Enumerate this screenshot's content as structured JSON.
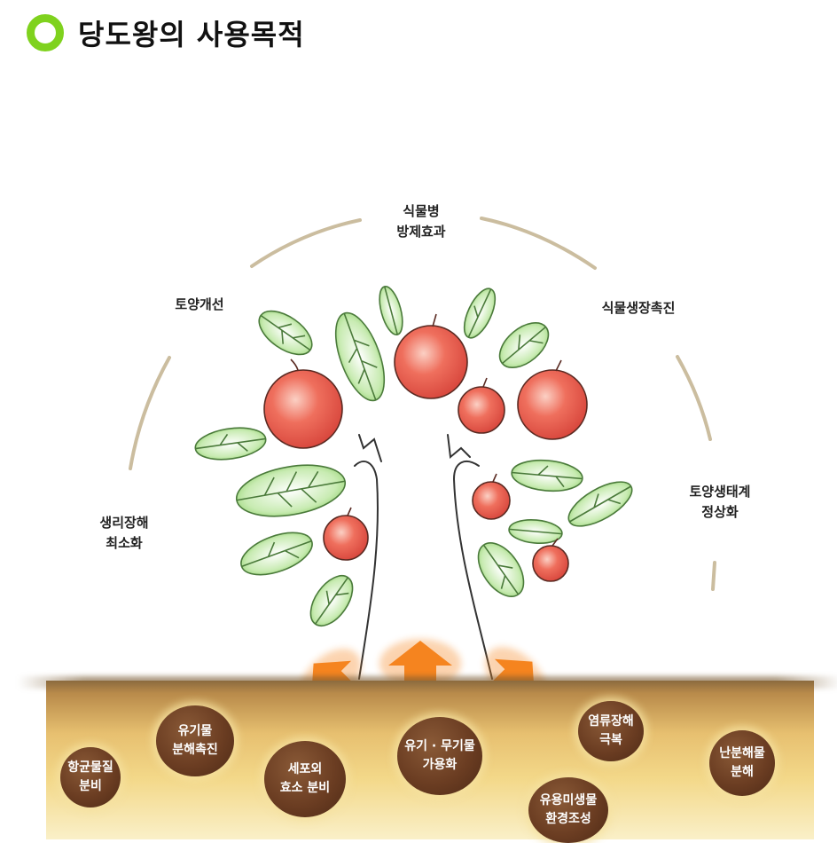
{
  "title": "당도왕의 사용목적",
  "effects": [
    {
      "id": "plant-disease",
      "lines": [
        "식물병",
        "방제효과"
      ]
    },
    {
      "id": "soil-improve",
      "lines": [
        "토양개선"
      ]
    },
    {
      "id": "growth",
      "lines": [
        "식물생장촉진"
      ]
    },
    {
      "id": "physio",
      "lines": [
        "생리장해",
        "최소화"
      ]
    },
    {
      "id": "ecosystem",
      "lines": [
        "토양생태계",
        "정상화"
      ]
    }
  ],
  "soil_functions": [
    {
      "id": "antibiotic",
      "lines": [
        "항균물질",
        "분비"
      ]
    },
    {
      "id": "organic",
      "lines": [
        "유기물",
        "분해촉진"
      ]
    },
    {
      "id": "enzyme",
      "lines": [
        "세포외",
        "효소 분비"
      ]
    },
    {
      "id": "solubilize",
      "lines": [
        "유기 · 무기물",
        "가용화"
      ]
    },
    {
      "id": "salt",
      "lines": [
        "염류장해",
        "극복"
      ]
    },
    {
      "id": "microbe",
      "lines": [
        "유용미생물",
        "환경조성"
      ]
    },
    {
      "id": "refractory",
      "lines": [
        "난분해물",
        "분해"
      ]
    }
  ],
  "colors": {
    "accent": "#7fd21e",
    "arc": "#cbbd9f",
    "arrow": "#f5841f",
    "apple": "#e8574a",
    "leaf": "#9ad57a",
    "nut": "#6b3d22"
  }
}
